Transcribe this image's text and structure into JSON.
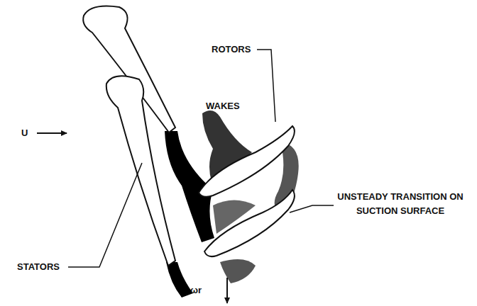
{
  "diagram": {
    "labels": [
      "ROTORS",
      "WAKES",
      "U",
      "STATORS",
      "UNSTEADY TRANSITION ON SUCTION SURFACE",
      "ωr"
    ]
  }
}
